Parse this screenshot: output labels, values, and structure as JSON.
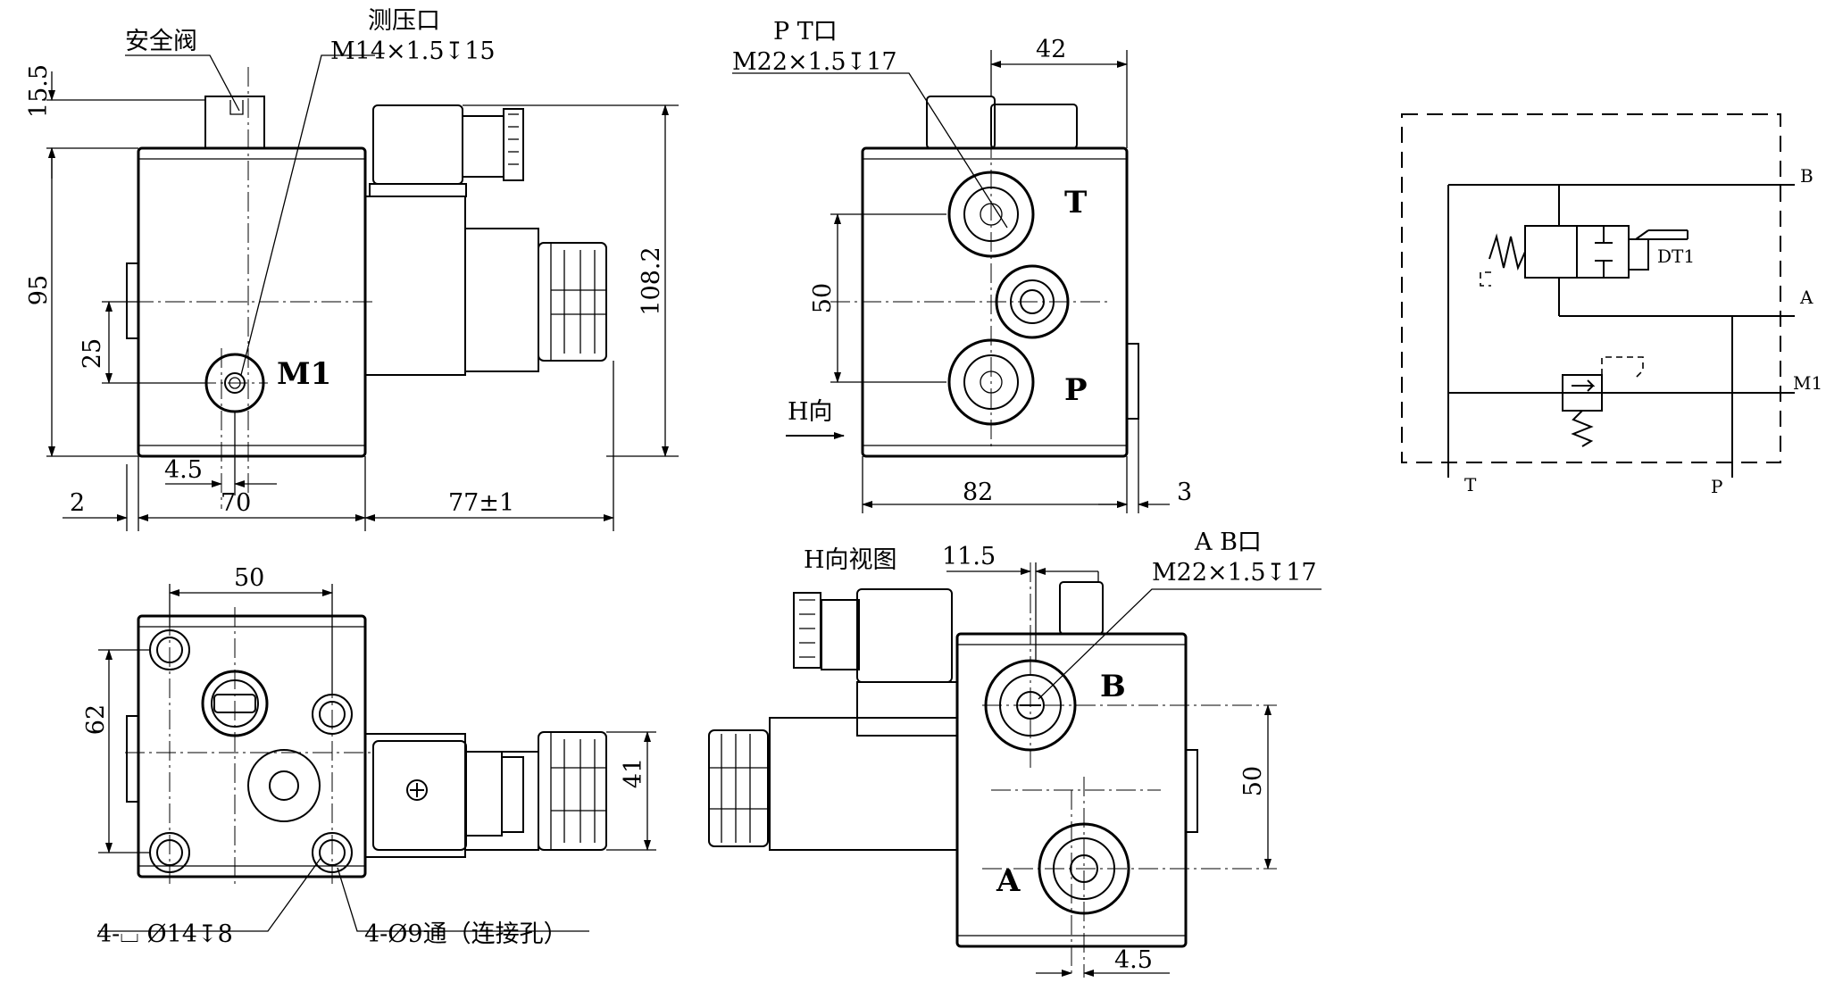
{
  "front_view": {
    "relief_valve_label": "安全阀",
    "test_port_label": "测压口",
    "test_port_spec": "M14×1.5↧15",
    "port_m1": "M1",
    "dims": {
      "top": "15.5",
      "height": "95",
      "m1_offset": "25",
      "total_height": "108.2",
      "offset_4_5": "4.5",
      "offset_2": "2",
      "width_70": "70",
      "coil_77": "77±1"
    }
  },
  "side_view": {
    "pt_port_label": "P T口",
    "pt_port_spec": "M22×1.5↧17",
    "port_t": "T",
    "port_p": "P",
    "h_direction": "H向",
    "dims": {
      "top_42": "42",
      "pitch_50": "50",
      "width_82": "82",
      "offset_3": "3"
    }
  },
  "bottom_view": {
    "dims": {
      "width_50": "50",
      "height_62": "62",
      "coil_41": "41"
    },
    "counterbore_note": "4-⌴ Ø14↧8",
    "through_hole_note": "4-Ø9通（连接孔）"
  },
  "h_view": {
    "title": "H向视图",
    "ab_port_label": "A B口",
    "ab_port_spec": "M22×1.5↧17",
    "port_b": "B",
    "port_a": "A",
    "dims": {
      "top_11_5": "11.5",
      "pitch_50": "50",
      "bottom_4_5": "4.5"
    }
  },
  "schematic": {
    "port_b": "B",
    "port_a": "A",
    "port_m1": "M1",
    "port_t": "T",
    "port_p": "P",
    "solenoid": "DT1"
  }
}
